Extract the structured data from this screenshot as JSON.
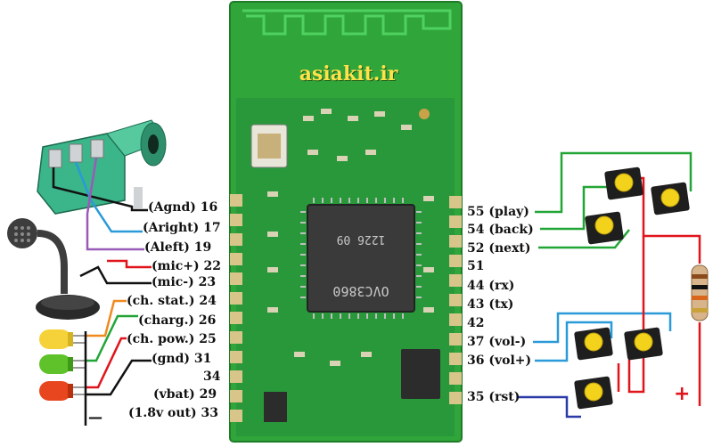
{
  "branding": {
    "watermark": "asiakit.ir"
  },
  "chip": {
    "marking_1": "1226 09",
    "marking_2": "OVC3860"
  },
  "left_pins": [
    {
      "label": "(Agnd) 16"
    },
    {
      "label": "(Aright) 17"
    },
    {
      "label": "(Aleft) 19"
    },
    {
      "label": "(mic+) 22"
    },
    {
      "label": "(mic-) 23"
    },
    {
      "label": "(ch. stat.) 24"
    },
    {
      "label": "(charg.) 26"
    },
    {
      "label": "(ch. pow.) 25"
    },
    {
      "label": "(gnd) 31"
    },
    {
      "label": "34"
    },
    {
      "label": "(vbat) 29"
    },
    {
      "label": "(1.8v out) 33"
    }
  ],
  "right_pins": [
    {
      "label": "55 (play)"
    },
    {
      "label": "54 (back)"
    },
    {
      "label": "52 (next)"
    },
    {
      "label": "51"
    },
    {
      "label": "44 (rx)"
    },
    {
      "label": "43 (tx)"
    },
    {
      "label": "42"
    },
    {
      "label": "37 (vol-)"
    },
    {
      "label": "36 (vol+)"
    },
    {
      "label": "35 (rst)"
    }
  ],
  "supply": {
    "plus_sign": "+",
    "minus_sign": "—"
  },
  "colors": {
    "pcb": "#2fa53a",
    "pcb_dark": "#1f7d28",
    "ic": "#3a3a3a",
    "wire_green": "#22a537",
    "wire_red": "#e0141b",
    "wire_blue": "#2a9ad8",
    "wire_purple": "#9a5ab8",
    "wire_orange": "#f08a1e",
    "wire_navy": "#2a3aa8",
    "wire_black": "#111111",
    "button_cap": "#f2d21b",
    "jack": "#3bb58a"
  }
}
